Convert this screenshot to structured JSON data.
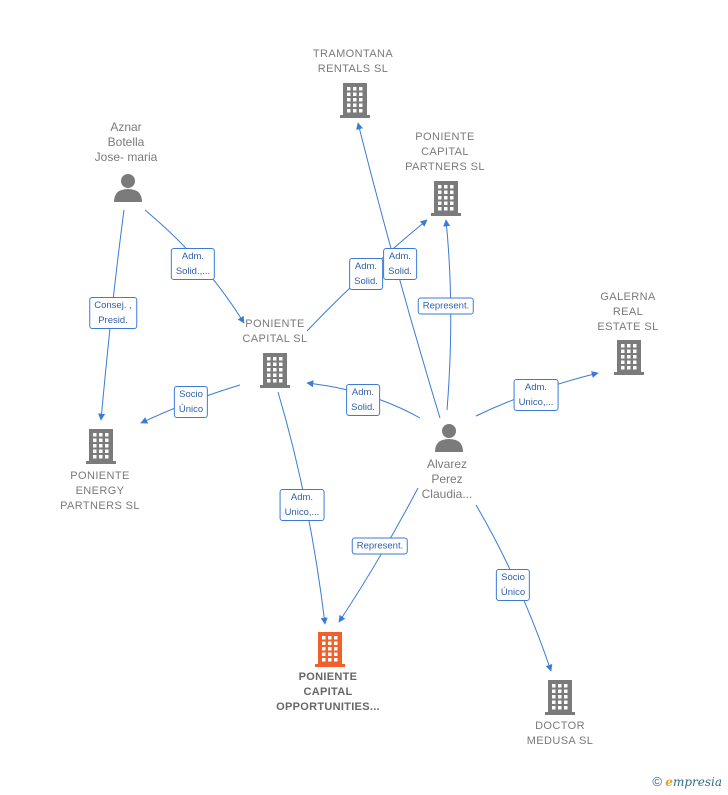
{
  "nodes": [
    {
      "id": "tramontana",
      "type": "company",
      "label": "TRAMONTANA\nRENTALS  SL"
    },
    {
      "id": "poniente_capital_partners",
      "type": "company",
      "label": "PONIENTE\nCAPITAL\nPARTNERS  SL"
    },
    {
      "id": "aznar",
      "type": "person",
      "label": "Aznar\nBotella\nJose- maria"
    },
    {
      "id": "galerna",
      "type": "company",
      "label": "GALERNA\nREAL\nESTATE  SL"
    },
    {
      "id": "poniente_capital",
      "type": "company",
      "label": "PONIENTE\nCAPITAL SL"
    },
    {
      "id": "poniente_energy",
      "type": "company",
      "label": "PONIENTE\nENERGY\nPARTNERS  SL"
    },
    {
      "id": "alvarez",
      "type": "person",
      "label": "Alvarez\nPerez\nClaudia..."
    },
    {
      "id": "poniente_opportunities",
      "type": "company_main",
      "label": "PONIENTE\nCAPITAL\nOPPORTUNITIES..."
    },
    {
      "id": "doctor_medusa",
      "type": "company",
      "label": "DOCTOR\nMEDUSA  SL"
    }
  ],
  "edges": [
    {
      "from": "aznar",
      "to": "poniente_energy",
      "label": "Consej. ,\nPresid."
    },
    {
      "from": "aznar",
      "to": "poniente_capital",
      "label": "Adm.\nSolid.,..."
    },
    {
      "from": "poniente_capital",
      "to": "poniente_energy",
      "label": "Socio\nÚnico"
    },
    {
      "from": "poniente_capital",
      "to": "poniente_capital_partners",
      "label": "Adm.\nSolid."
    },
    {
      "from": "poniente_capital",
      "to": "poniente_opportunities",
      "label": "Adm.\nUnico,..."
    },
    {
      "from": "alvarez",
      "to": "tramontana",
      "label": "Adm.\nSolid."
    },
    {
      "from": "alvarez",
      "to": "poniente_capital_partners",
      "label": "Represent."
    },
    {
      "from": "alvarez",
      "to": "poniente_capital",
      "label": "Adm.\nSolid."
    },
    {
      "from": "alvarez",
      "to": "galerna",
      "label": "Adm.\nUnico,..."
    },
    {
      "from": "alvarez",
      "to": "poniente_opportunities",
      "label": "Represent."
    },
    {
      "from": "alvarez",
      "to": "doctor_medusa",
      "label": "Socio\nÚnico"
    }
  ],
  "colors": {
    "company": "#7b7b7b",
    "main_company": "#f0602a",
    "person": "#7b7b7b",
    "edge": "#3a7bd5"
  },
  "footer": {
    "copyright_symbol": "©",
    "brand": "mpresia",
    "brand_initial": "e"
  }
}
